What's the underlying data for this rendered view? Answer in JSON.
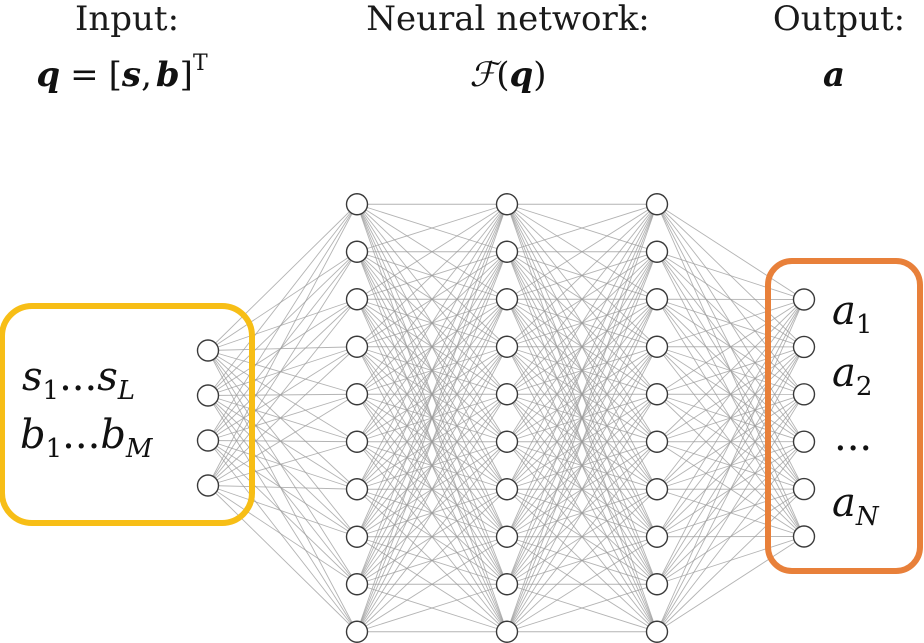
{
  "headings": {
    "input": {
      "label": "Input:"
    },
    "network": {
      "label": "Neural network:"
    },
    "output": {
      "label": "Output:"
    }
  },
  "formulas": {
    "input_q": "q",
    "input_equals": "=",
    "input_open_bracket": "[",
    "input_s": "s",
    "input_comma": ",",
    "input_b": "b",
    "input_close_bracket": "]",
    "input_transpose": "T",
    "network_F": "ℱ",
    "network_open_paren": "(",
    "network_q": "q",
    "network_close_paren": ")",
    "output_a": "a"
  },
  "input_box": {
    "line1": {
      "start": "s",
      "start_sub": "1",
      "dots": "...",
      "end": "s",
      "end_sub": "L"
    },
    "line2": {
      "start": "b",
      "start_sub": "1",
      "dots": "...",
      "end": "b",
      "end_sub": "M"
    },
    "color": "#F7BE16"
  },
  "output_box": {
    "labels": [
      {
        "base": "a",
        "sub": "1"
      },
      {
        "base": "a",
        "sub": "2"
      },
      {
        "base": "...",
        "sub": ""
      },
      {
        "base": "a",
        "sub": "N"
      }
    ],
    "color": "#E8803A"
  },
  "network": {
    "layer_sizes": [
      4,
      10,
      10,
      10,
      6
    ],
    "edge_color": "#9a9a9a",
    "node_stroke": "#3a3a3a"
  }
}
